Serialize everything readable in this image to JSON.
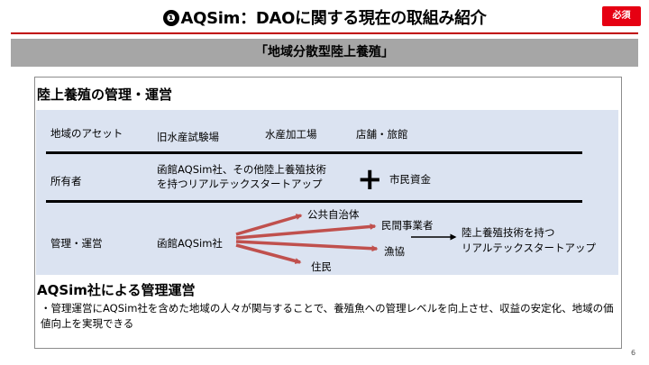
{
  "header": {
    "number": "❶",
    "title": "AQSim：DAOに関する現在の取組み紹介",
    "badge": "必須"
  },
  "banner": {
    "text": "「地域分散型陸上養殖」"
  },
  "section1": {
    "heading": "陸上養殖の管理・運営"
  },
  "table": {
    "row1": {
      "label": "地域のアセット",
      "items": [
        "旧水産試験場",
        "水産加工場",
        "店舗・旅館"
      ]
    },
    "row2": {
      "label": "所有者",
      "owner_line1": "函館AQSim社、その他陸上養殖技術",
      "owner_line2": "を持つリアルテックスタートアップ",
      "plus": "+",
      "extra": "市民資金"
    },
    "row3": {
      "label": "管理・運営",
      "source": "函館AQSim社",
      "targets": [
        "公共自治体",
        "民間事業者",
        "漁協",
        "住民"
      ],
      "final_line1": "陸上養殖技術を持つ",
      "final_line2": "リアルテックスタートアップ"
    }
  },
  "section2": {
    "heading": "AQSim社による管理運営",
    "body": "・管理運営にAQSim社を含めた地域の人々が関与することで、養殖魚への管理レベルを向上させ、収益の安定化、地域の価値向上を実現できる"
  },
  "page_number": "6",
  "colors": {
    "accent_red": "#e60012",
    "arrow_red": "#c0504d",
    "banner_gray": "#a6a6a6",
    "table_bg": "#dbe3f1"
  }
}
